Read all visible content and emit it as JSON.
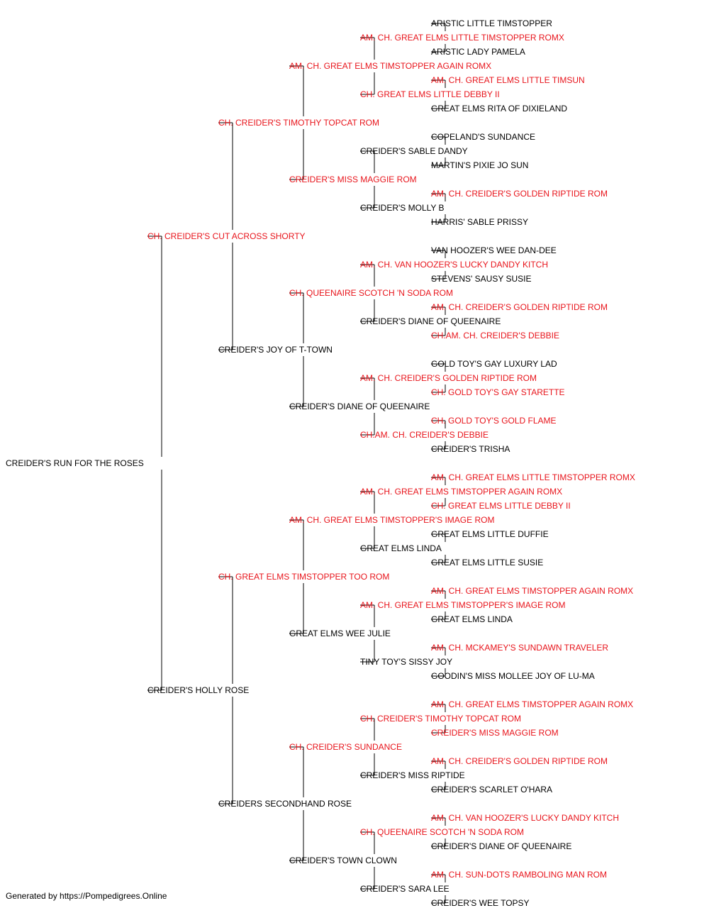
{
  "colors": {
    "champion": "#e8141b",
    "normal": "#000000",
    "line": "#000000"
  },
  "pedigree": {
    "name": "CREIDER'S RUN FOR THE ROSES",
    "ch": false,
    "sire": {
      "name": "CH. CREIDER'S CUT ACROSS SHORTY",
      "ch": true,
      "sire": {
        "name": "CH. CREIDER'S TIMOTHY TOPCAT ROM",
        "ch": true,
        "sire": {
          "name": "AM. CH. GREAT ELMS TIMSTOPPER AGAIN ROMX",
          "ch": true,
          "sire": {
            "name": "AM. CH. GREAT ELMS LITTLE TIMSTOPPER ROMX",
            "ch": true,
            "sire": {
              "name": "ARISTIC LITTLE TIMSTOPPER",
              "ch": false
            },
            "dam": {
              "name": "ARISTIC LADY PAMELA",
              "ch": false
            }
          },
          "dam": {
            "name": "CH. GREAT ELMS LITTLE DEBBY II",
            "ch": true,
            "sire": {
              "name": "AM. CH. GREAT ELMS LITTLE TIMSUN",
              "ch": true
            },
            "dam": {
              "name": "GREAT ELMS RITA OF DIXIELAND",
              "ch": false
            }
          }
        },
        "dam": {
          "name": "CREIDER'S MISS MAGGIE ROM",
          "ch": true,
          "sire": {
            "name": "CREIDER'S SABLE DANDY",
            "ch": false,
            "sire": {
              "name": "COPELAND'S SUNDANCE",
              "ch": false
            },
            "dam": {
              "name": "MARTIN'S PIXIE JO SUN",
              "ch": false
            }
          },
          "dam": {
            "name": "CREIDER'S MOLLY B",
            "ch": false,
            "sire": {
              "name": "AM. CH. CREIDER'S GOLDEN RIPTIDE ROM",
              "ch": true
            },
            "dam": {
              "name": "HARRIS' SABLE PRISSY",
              "ch": false
            }
          }
        }
      },
      "dam": {
        "name": "CREIDER'S JOY OF T-TOWN",
        "ch": false,
        "sire": {
          "name": "CH. QUEENAIRE SCOTCH 'N SODA ROM",
          "ch": true,
          "sire": {
            "name": "AM. CH. VAN HOOZER'S LUCKY DANDY KITCH",
            "ch": true,
            "sire": {
              "name": "VAN HOOZER'S WEE DAN-DEE",
              "ch": false
            },
            "dam": {
              "name": "STEVENS' SAUSY SUSIE",
              "ch": false
            }
          },
          "dam": {
            "name": "CREIDER'S DIANE OF QUEENAIRE",
            "ch": false,
            "sire": {
              "name": "AM. CH. CREIDER'S GOLDEN RIPTIDE ROM",
              "ch": true
            },
            "dam": {
              "name": "CH.AM. CH. CREIDER'S DEBBIE",
              "ch": true
            }
          }
        },
        "dam": {
          "name": "CREIDER'S DIANE OF QUEENAIRE",
          "ch": false,
          "sire": {
            "name": "AM. CH. CREIDER'S GOLDEN RIPTIDE ROM",
            "ch": true,
            "sire": {
              "name": "GOLD TOY'S GAY LUXURY LAD",
              "ch": false
            },
            "dam": {
              "name": "CH. GOLD TOY'S GAY STARETTE",
              "ch": true
            }
          },
          "dam": {
            "name": "CH.AM. CH. CREIDER'S DEBBIE",
            "ch": true,
            "sire": {
              "name": "CH. GOLD TOY'S GOLD FLAME",
              "ch": true
            },
            "dam": {
              "name": "CREIDER'S TRISHA",
              "ch": false
            }
          }
        }
      }
    },
    "dam": {
      "name": "CREIDER'S HOLLY ROSE",
      "ch": false,
      "sire": {
        "name": "CH. GREAT ELMS TIMSTOPPER TOO ROM",
        "ch": true,
        "sire": {
          "name": "AM. CH. GREAT ELMS TIMSTOPPER'S IMAGE ROM",
          "ch": true,
          "sire": {
            "name": "AM. CH. GREAT ELMS TIMSTOPPER AGAIN ROMX",
            "ch": true,
            "sire": {
              "name": "AM. CH. GREAT ELMS LITTLE TIMSTOPPER ROMX",
              "ch": true
            },
            "dam": {
              "name": "CH. GREAT ELMS LITTLE DEBBY II",
              "ch": true
            }
          },
          "dam": {
            "name": "GREAT ELMS LINDA",
            "ch": false,
            "sire": {
              "name": "GREAT ELMS LITTLE DUFFIE",
              "ch": false
            },
            "dam": {
              "name": "GREAT ELMS LITTLE SUSIE",
              "ch": false
            }
          }
        },
        "dam": {
          "name": "GREAT ELMS WEE JULIE",
          "ch": false,
          "sire": {
            "name": "AM. CH. GREAT ELMS TIMSTOPPER'S IMAGE ROM",
            "ch": true,
            "sire": {
              "name": "AM. CH. GREAT ELMS TIMSTOPPER AGAIN ROMX",
              "ch": true
            },
            "dam": {
              "name": "GREAT ELMS LINDA",
              "ch": false
            }
          },
          "dam": {
            "name": "TINY TOY'S SISSY JOY",
            "ch": false,
            "sire": {
              "name": "AM. CH. MCKAMEY'S SUNDAWN TRAVELER",
              "ch": true
            },
            "dam": {
              "name": "GOODIN'S MISS MOLLEE JOY OF LU-MA",
              "ch": false
            }
          }
        }
      },
      "dam": {
        "name": "CREIDERS SECONDHAND ROSE",
        "ch": false,
        "sire": {
          "name": "CH. CREIDER'S SUNDANCE",
          "ch": true,
          "sire": {
            "name": "CH. CREIDER'S TIMOTHY TOPCAT ROM",
            "ch": true,
            "sire": {
              "name": "AM. CH. GREAT ELMS TIMSTOPPER AGAIN ROMX",
              "ch": true
            },
            "dam": {
              "name": "CREIDER'S MISS MAGGIE ROM",
              "ch": true
            }
          },
          "dam": {
            "name": "CREIDER'S MISS RIPTIDE",
            "ch": false,
            "sire": {
              "name": "AM. CH. CREIDER'S GOLDEN RIPTIDE ROM",
              "ch": true
            },
            "dam": {
              "name": "CREIDER'S SCARLET O'HARA",
              "ch": false
            }
          }
        },
        "dam": {
          "name": "CREIDER'S TOWN CLOWN",
          "ch": false,
          "sire": {
            "name": "CH. QUEENAIRE SCOTCH 'N SODA ROM",
            "ch": true,
            "sire": {
              "name": "AM. CH. VAN HOOZER'S LUCKY DANDY KITCH",
              "ch": true
            },
            "dam": {
              "name": "CREIDER'S DIANE OF QUEENAIRE",
              "ch": false
            }
          },
          "dam": {
            "name": "CREIDER'S SARA LEE",
            "ch": false,
            "sire": {
              "name": "AM. CH. SUN-DOTS RAMBOLING MAN ROM",
              "ch": true
            },
            "dam": {
              "name": "CREIDER'S WEE TOPSY",
              "ch": false
            }
          }
        }
      }
    }
  },
  "footer": {
    "text": "Generated by https://Pompedigrees.Online"
  }
}
